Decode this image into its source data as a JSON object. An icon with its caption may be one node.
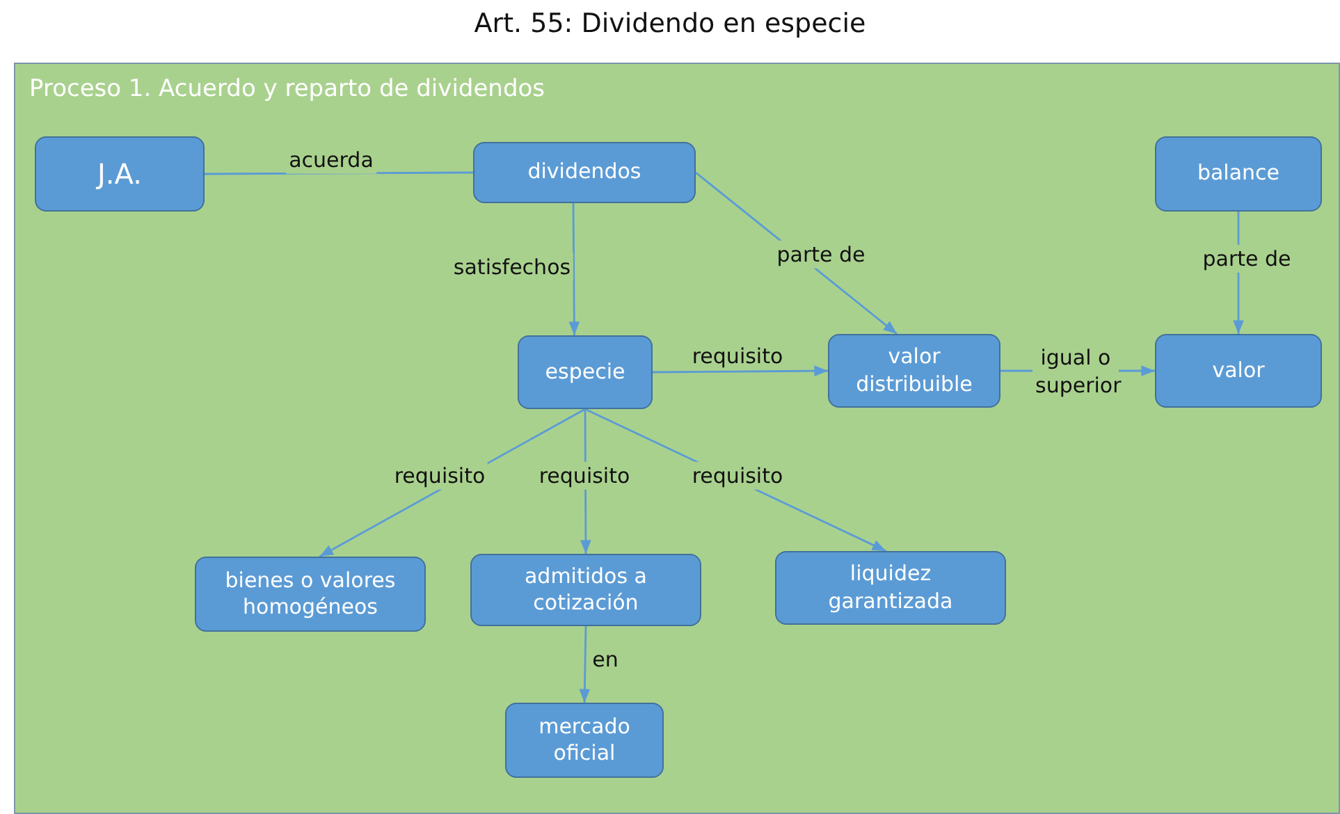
{
  "diagram": {
    "title": "Art. 55: Dividendo en especie",
    "nodes": [
      {
        "text": [
          "Proceso 1. Acuerdo y reparto de dividendos"
        ]
      },
      {
        "text": [
          "J.A."
        ],
        "in": 0
      },
      {
        "text": [
          "dividendos"
        ],
        "in": 0
      },
      {
        "text": [
          "balance"
        ],
        "in": 0
      },
      {
        "text": [
          "especie"
        ],
        "in": 0
      },
      {
        "text": [
          "valor distribuible"
        ],
        "in": 0
      },
      {
        "text": [
          "valor"
        ],
        "in": 0
      },
      {
        "text": [
          "bienes o valores homogéneos"
        ],
        "in": 0
      },
      {
        "text": [
          "admitidos a cotización"
        ],
        "in": 0
      },
      {
        "text": [
          "liquidez garantizada"
        ],
        "in": 0
      },
      {
        "text": [
          "mercado oficial"
        ],
        "in": 0
      }
    ],
    "edges": [
      {
        "from": 1,
        "to": 2,
        "arrow": "none",
        "label": "acuerda"
      },
      {
        "from": 2,
        "to": 4,
        "arrow": "to",
        "label": "satisfechos"
      },
      {
        "from": 2,
        "to": 5,
        "arrow": "to",
        "label": "parte de"
      },
      {
        "from": 3,
        "to": 6,
        "arrow": "to",
        "label": "parte de"
      },
      {
        "from": 4,
        "to": 5,
        "arrow": "to",
        "label": "requisito"
      },
      {
        "from": 5,
        "to": 6,
        "arrow": "to",
        "label": "igual o superior"
      },
      {
        "from": 4,
        "to": 7,
        "arrow": "to",
        "label": "requisito"
      },
      {
        "from": 4,
        "to": 8,
        "arrow": "to",
        "label": "requisito"
      },
      {
        "from": 4,
        "to": 9,
        "arrow": "to",
        "label": "requisito"
      },
      {
        "from": 8,
        "to": 10,
        "arrow": "to",
        "label": "en"
      }
    ]
  }
}
